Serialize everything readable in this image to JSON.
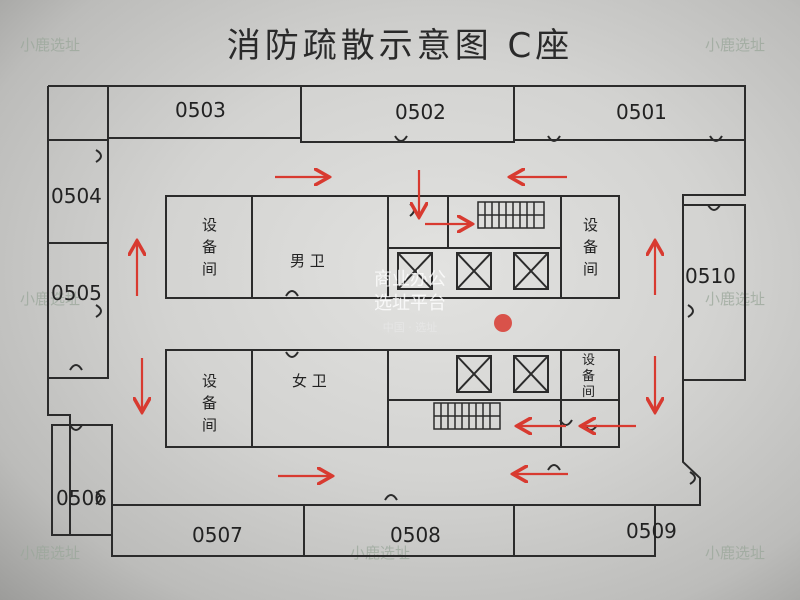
{
  "title": "消防疏散示意图 C座",
  "rooms": [
    {
      "id": "0503",
      "label": "0503"
    },
    {
      "id": "0502",
      "label": "0502"
    },
    {
      "id": "0501",
      "label": "0501"
    },
    {
      "id": "0504",
      "label": "0504"
    },
    {
      "id": "0505",
      "label": "0505"
    },
    {
      "id": "0506",
      "label": "0506"
    },
    {
      "id": "0507",
      "label": "0507"
    },
    {
      "id": "0508",
      "label": "0508"
    },
    {
      "id": "0509",
      "label": "0509"
    },
    {
      "id": "0510",
      "label": "0510"
    }
  ],
  "facilities": {
    "equipment_room": "设备间",
    "mens_restroom": "男 卫",
    "womens_restroom": "女 卫"
  },
  "watermarks": {
    "brand": "小鹿选址",
    "center_line1": "商业办公",
    "center_line2": "选址平台",
    "center_small": "中国 · 选址"
  },
  "colors": {
    "arrow": "#d83a30",
    "wall": "#2b2b2b",
    "board": "#d8d8d6"
  }
}
